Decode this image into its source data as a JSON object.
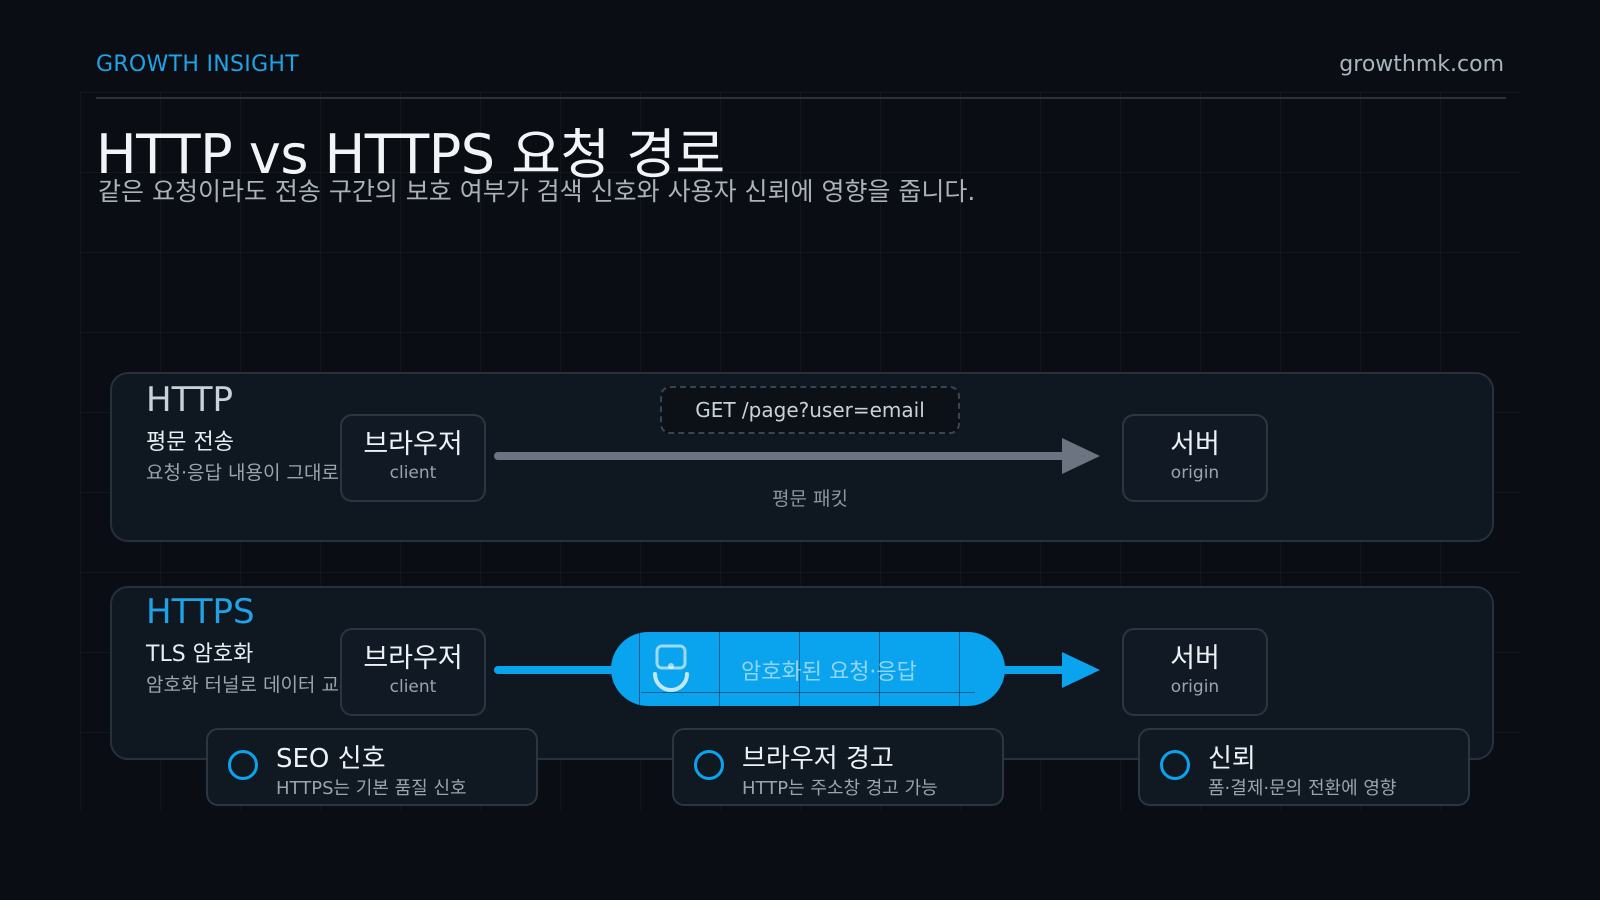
{
  "header": {
    "brand": "GROWTH INSIGHT",
    "site": "growthmk.com",
    "title": "HTTP vs HTTPS 요청 경로",
    "subtitle": "같은 요청이라도 전송 구간의 보호 여부가 검색 신호와 사용자 신뢰에 영향을 줍니다."
  },
  "http_lane": {
    "title": "HTTP",
    "subtitle": "평문 전송",
    "description": "요청·응답 내용이 그대로 노출",
    "client": {
      "name": "브라우저",
      "role": "client"
    },
    "server": {
      "name": "서버",
      "role": "origin"
    },
    "request_label": "GET /page?user=email",
    "arrow_caption": "평문 패킷"
  },
  "https_lane": {
    "title": "HTTPS",
    "subtitle": "TLS 암호화",
    "description": "암호화 터널로 데이터 교환",
    "client": {
      "name": "브라우저",
      "role": "client"
    },
    "server": {
      "name": "서버",
      "role": "origin"
    },
    "tunnel_label": "암호화된 요청·응답"
  },
  "cards": [
    {
      "title": "SEO 신호",
      "description": "HTTPS는 기본 품질 신호"
    },
    {
      "title": "브라우저 경고",
      "description": "HTTP는 주소창 경고 가능"
    },
    {
      "title": "신뢰",
      "description": "폼·결제·문의 전환에 영향"
    }
  ],
  "colors": {
    "accent": "#0aa3ee",
    "brand": "#1fa3e6",
    "plain_arrow": "#6b7480",
    "background": "#0a0e14"
  },
  "icons": {
    "tunnel": "lock-icon",
    "card": "ring-icon"
  }
}
